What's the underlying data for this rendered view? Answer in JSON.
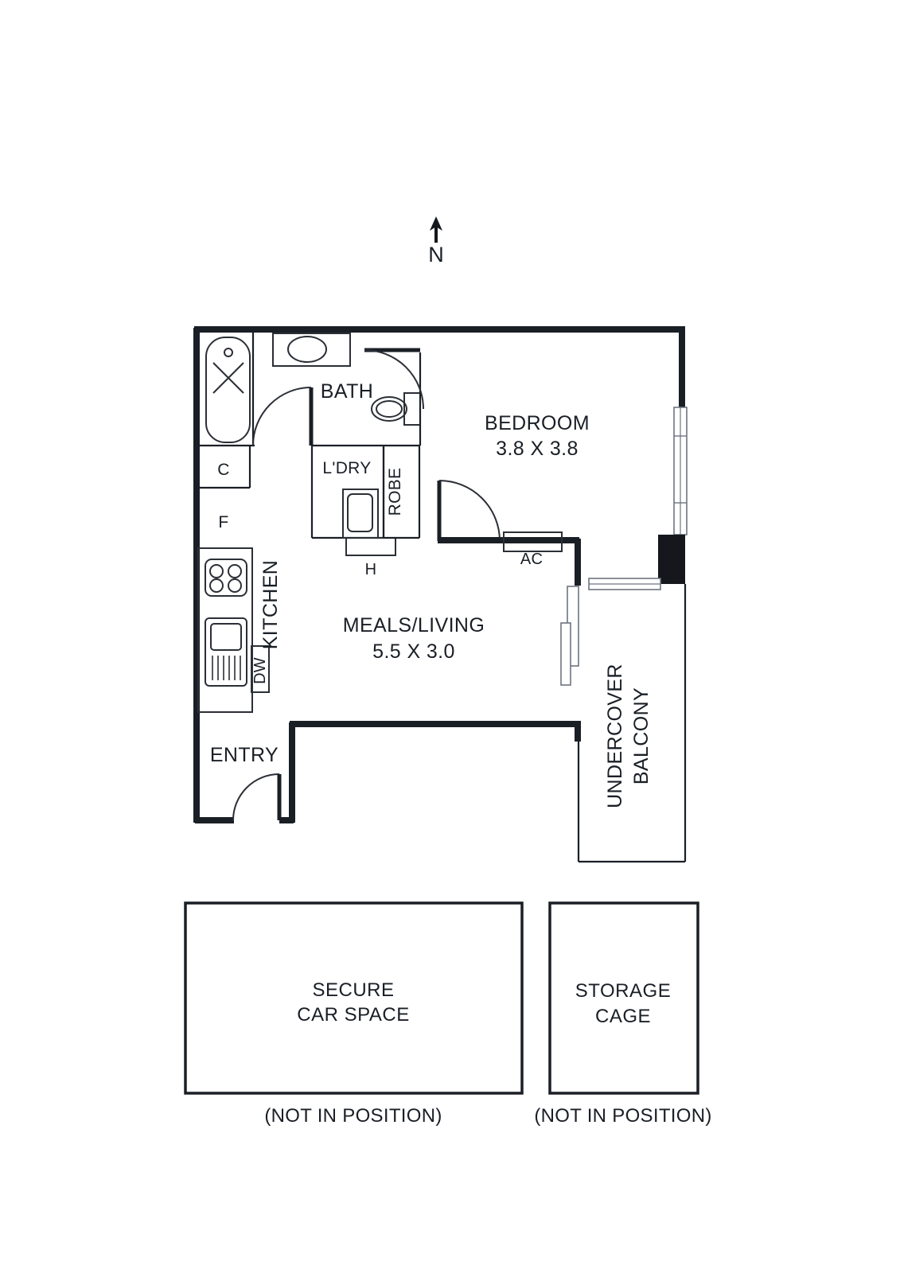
{
  "compass": {
    "label": "N",
    "icon": "north-arrow-icon"
  },
  "rooms": [
    {
      "key": "bath",
      "label": "BATH",
      "dimension": ""
    },
    {
      "key": "bedroom",
      "label": "BEDROOM",
      "dimension": "3.8 X 3.8"
    },
    {
      "key": "laundry",
      "label": "L'DRY",
      "dimension": ""
    },
    {
      "key": "robe",
      "label": "ROBE",
      "dimension": ""
    },
    {
      "key": "kitchen",
      "label": "KITCHEN",
      "dimension": ""
    },
    {
      "key": "living",
      "label": "MEALS/LIVING",
      "dimension": "5.5 X 3.0"
    },
    {
      "key": "entry",
      "label": "ENTRY",
      "dimension": ""
    },
    {
      "key": "balcony",
      "label": "UNDERCOVER",
      "dimension": "BALCONY"
    }
  ],
  "annotations": {
    "cupboard": "C",
    "fridge": "F",
    "dishwasher": "DW",
    "hotwater": "H",
    "airconditioner": "AC"
  },
  "detached": [
    {
      "key": "car-space",
      "line1": "SECURE",
      "line2": "CAR SPACE",
      "note": "(NOT IN POSITION)"
    },
    {
      "key": "storage-cage",
      "line1": "STORAGE",
      "line2": "CAGE",
      "note": "(NOT IN POSITION)"
    }
  ],
  "colors": {
    "ink": "#1a1f26",
    "wall": "#14181d",
    "background": "#ffffff",
    "glazing": "#6e757e"
  }
}
